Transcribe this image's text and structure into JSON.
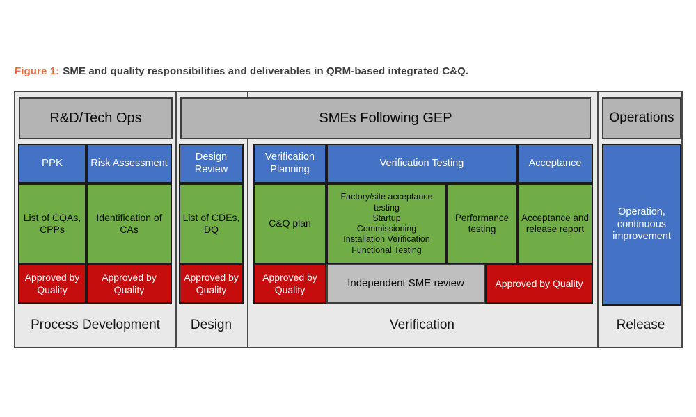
{
  "caption": {
    "prefix": "Figure 1:",
    "text": "SME and quality responsibilities and deliverables in QRM-based integrated C&Q."
  },
  "palette": {
    "caption_orange": "#ed6b40",
    "blue": "#4472c4",
    "green": "#70ad47",
    "red": "#c50d0d",
    "header_gray": "#b4b4b4",
    "review_gray": "#bfbfbf",
    "panel_gray": "#e9e9e9",
    "border_dark": "#4a4a4a"
  },
  "headers": {
    "rd": "R&D/Tech Ops",
    "smes": "SMEs Following GEP",
    "operations": "Operations"
  },
  "process_development": {
    "ppk": "PPK",
    "risk": "Risk Assessment",
    "cqas": "List of CQAs, CPPs",
    "cas": "Identification of CAs",
    "approved_ppk": "Approved by Quality",
    "approved_risk": "Approved by Quality"
  },
  "design": {
    "review": "Design Review",
    "cdes": "List of CDEs, DQ",
    "approved": "Approved by Quality"
  },
  "verification": {
    "planning": "Verification Planning",
    "testing": "Verification Testing",
    "acceptance": "Acceptance",
    "cq_plan": "C&Q plan",
    "factory": "Factory/site acceptance testing\nStartup\nCommissioning\nInstallation Verification\nFunctional Testing",
    "performance": "Performance testing",
    "acceptance_report": "Acceptance and release report",
    "approved_left": "Approved by Quality",
    "sme_review": "Independent SME review",
    "approved_right": "Approved by Quality"
  },
  "operations": {
    "operation": "Operation, continuous improvement"
  },
  "footers": {
    "process_development": "Process Development",
    "design": "Design",
    "verification": "Verification",
    "release": "Release"
  }
}
